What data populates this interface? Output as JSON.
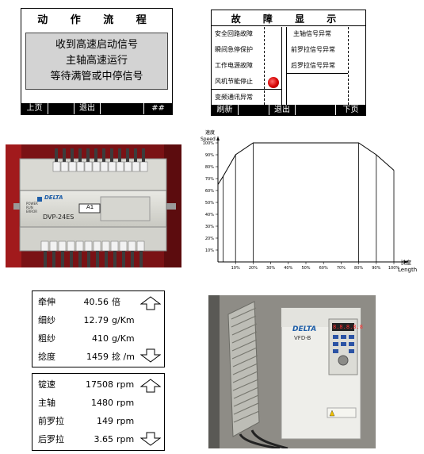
{
  "flow_panel": {
    "title": "动 作 流 程",
    "lines": [
      "收到高速启动信号",
      "主轴高速运行",
      "等待满管或中停信号"
    ],
    "softkeys": [
      "上页",
      "退出",
      "##"
    ]
  },
  "fault_panel": {
    "title": "故 障 显 示",
    "rows": [
      {
        "left": "安全回路故障",
        "right": "主轴信号异常"
      },
      {
        "left": "瞬间急停保护",
        "right": "前罗拉信号异常"
      },
      {
        "left": "工作电源故障",
        "right": "后罗拉信号异常"
      },
      {
        "left": "风机节能停止",
        "right": ""
      },
      {
        "left": "变频通讯异常",
        "right": ""
      }
    ],
    "softkeys": [
      "刷新",
      "退出",
      "下页"
    ],
    "indicator_color": "#d40000"
  },
  "plc_photo": {
    "brand": "DELTA",
    "model": "DVP-24ES",
    "tag": "A1",
    "leds": [
      "POWER",
      "RUN",
      "ERROR"
    ],
    "panel_color": "#7a1215"
  },
  "chart_data": {
    "type": "line",
    "ylabel_cn": "速度",
    "ylabel_en": "Speed",
    "xlabel_cn": "长度",
    "xlabel_en": "Length",
    "yticks": [
      "100%",
      "90%",
      "80%",
      "70%",
      "60%",
      "50%",
      "40%",
      "30%",
      "20%",
      "10%"
    ],
    "xticks": [
      "10%",
      "20%",
      "30%",
      "40%",
      "50%",
      "60%",
      "70%",
      "80%",
      "90%",
      "100%"
    ],
    "xlim": [
      0,
      100
    ],
    "ylim": [
      0,
      100
    ],
    "series": [
      {
        "x": [
          0,
          3,
          10,
          20,
          80,
          90,
          100
        ],
        "y": [
          65,
          72,
          90,
          100,
          100,
          90,
          77
        ]
      }
    ],
    "grid": true
  },
  "yarn_panel": {
    "rows": [
      {
        "label": "牵伸",
        "value": "40.56",
        "unit": "倍"
      },
      {
        "label": "细纱",
        "value": "12.79",
        "unit": "g/Km"
      },
      {
        "label": "粗纱",
        "value": "410",
        "unit": "g/Km"
      },
      {
        "label": "捻度",
        "value": "1459",
        "unit": "捻 /m"
      }
    ]
  },
  "speed_panel": {
    "rows": [
      {
        "label": "锭速",
        "value": "17508",
        "unit": "rpm"
      },
      {
        "label": "主轴",
        "value": "1480",
        "unit": "rpm"
      },
      {
        "label": "前罗拉",
        "value": "149",
        "unit": "rpm"
      },
      {
        "label": "后罗拉",
        "value": "3.65",
        "unit": "rpm"
      }
    ]
  },
  "vfd_photo": {
    "brand": "DELTA",
    "model": "VFD-B",
    "display": "8.8.8.8.8"
  }
}
